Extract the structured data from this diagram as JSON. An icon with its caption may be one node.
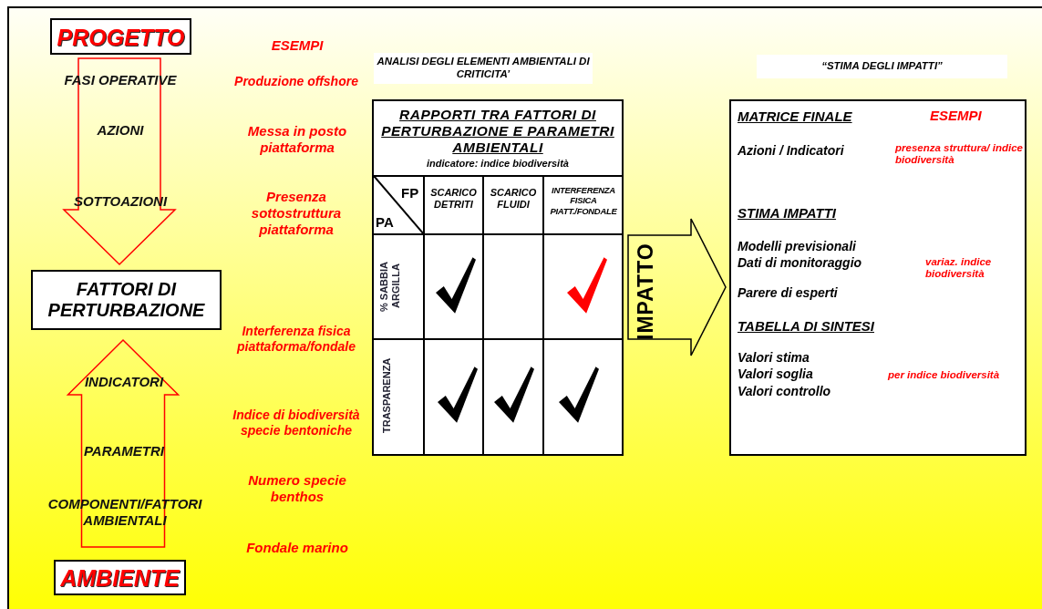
{
  "diagram": {
    "nodes": [
      {
        "text": [
          "PROGETTO"
        ]
      },
      {
        "text": [
          "FATTORI DI PERTURBAZIONE"
        ]
      },
      {
        "text": [
          "AMBIENTE"
        ]
      },
      {
        "text": [
          "RAPPORTI TRA FATTORI DI PERTURBAZIONE E PARAMETRI AMBIENTALI",
          "indicatore: indice biodiversità"
        ]
      },
      {
        "text": [
          "MATRICE FINALE",
          "ESEMPI",
          "Azioni / Indicatori",
          "presenza struttura/ indice biodiversità",
          "STIMA IMPATTI",
          "Modelli previsionali",
          "Dati di monitoraggio",
          "variaz. indice biodiversità",
          "Parere di esperti",
          "TABELLA DI SINTESI",
          "Valori stima",
          "Valori soglia",
          "per indice biodiversità",
          "Valori controllo"
        ]
      }
    ],
    "edges": [
      {
        "from": 0,
        "to": 1,
        "arrow": "to"
      },
      {
        "from": 2,
        "to": 1,
        "arrow": "to"
      },
      {
        "from": 3,
        "to": 4,
        "arrow": "to",
        "label": "IMPATTO",
        "color": "#000000"
      }
    ],
    "labels": [
      "ESEMPI",
      "ANALISI DEGLI ELEMENTI AMBIENTALI DI CRITICITA’",
      "“STIMA DEGLI IMPATTI”",
      "FASI OPERATIVE",
      "Produzione offshore",
      "AZIONI",
      "Messa in posto piattaforma",
      "SOTTOAZIONI",
      "Presenza sottostruttura piattaforma",
      "FP",
      "PA",
      "SCARICO DETRITI",
      "SCARICO FLUIDI",
      "INTERFERENZA FISICA PIATT./FONDALE",
      "% SABBIA ARGILLA",
      "TRASPARENZA",
      "Interferenza fisica piattaforma/fondale",
      "INDICATORI",
      "Indice di biodiversità specie bentoniche",
      "PARAMETRI",
      "Numero specie benthos",
      "COMPONENTI/FATTORI AMBIENTALI",
      "Fondale marino"
    ]
  }
}
